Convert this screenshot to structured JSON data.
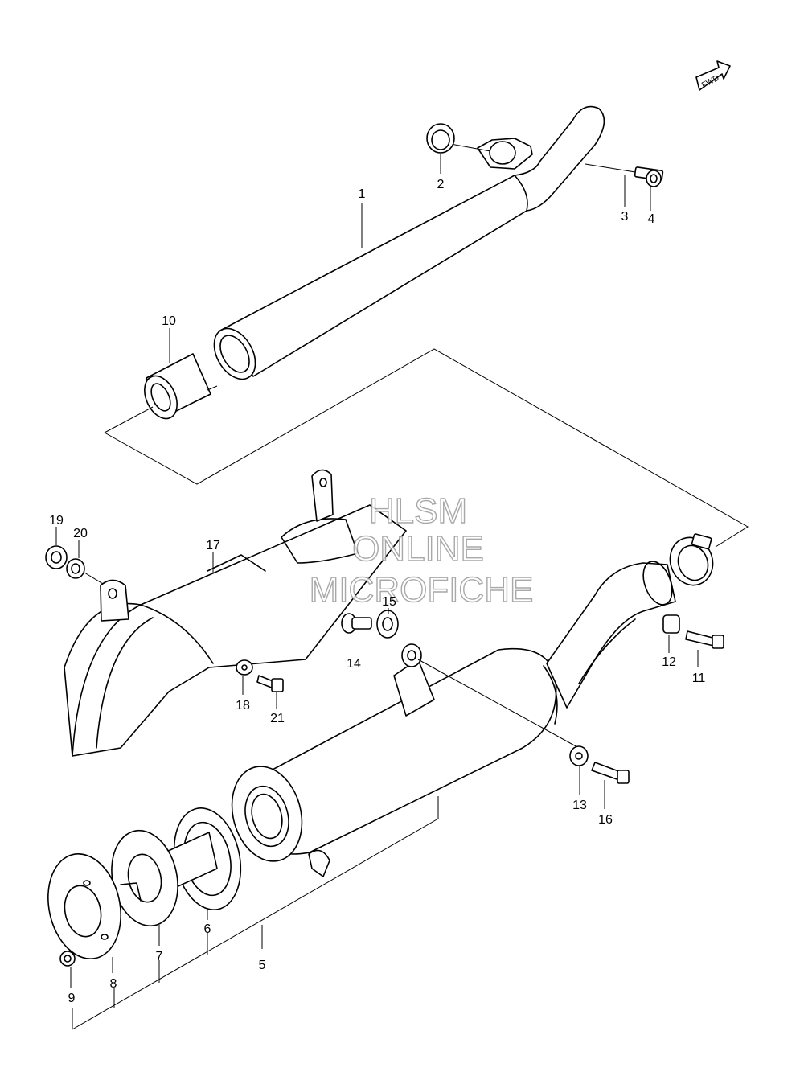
{
  "fwd_label": "FWD",
  "watermark": {
    "line1": "HLSM",
    "line2": "ONLINE",
    "line3": "MICROFICHE"
  },
  "callouts": {
    "c1": "1",
    "c2": "2",
    "c3": "3",
    "c4": "4",
    "c5": "5",
    "c6": "6",
    "c7": "7",
    "c8": "8",
    "c9": "9",
    "c10": "10",
    "c11": "11",
    "c12": "12",
    "c13": "13",
    "c14": "14",
    "c15": "15",
    "c16": "16",
    "c17": "17",
    "c18": "18",
    "c19": "19",
    "c20": "20",
    "c21": "21"
  }
}
